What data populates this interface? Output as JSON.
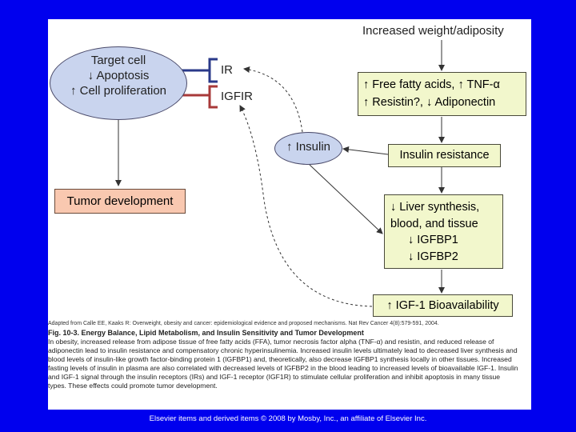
{
  "diagram": {
    "top_label": "Increased weight/adiposity",
    "target_cell": {
      "line1": "Target cell",
      "line2": "↓ Apoptosis",
      "line3": "↑ Cell proliferation"
    },
    "receptor_ir": "IR",
    "receptor_igfir": "IGFIR",
    "ffa_box": {
      "line1": "↑ Free fatty acids, ↑ TNF-α",
      "line2": "↑ Resistin?, ↓ Adiponectin"
    },
    "insulin": "↑ Insulin",
    "insulin_resistance": "Insulin resistance",
    "tumor": "Tumor development",
    "liver_box": {
      "line1": "↓ Liver synthesis,",
      "line2": "blood, and tissue",
      "line3": "↓ IGFBP1",
      "line4": "↓ IGFBP2"
    },
    "igf_bio": "↑ IGF-1 Bioavailability",
    "colors": {
      "background": "#0000ee",
      "receptor_ir": "#2a3a8a",
      "receptor_igfir": "#a83a3a",
      "green_box": "#f2f7cc",
      "pink_box": "#f9c8b0",
      "ellipse": "#c9d4ee"
    }
  },
  "caption": {
    "source": "Adapted from Calle EE, Kaaks R: Overweight, obesity and cancer: epidemiological evidence and proposed mechanisms. Nat Rev Cancer 4(8):579-591, 2004.",
    "title": "Fig. 10-3. Energy Balance, Lipid Metabolism, and Insulin Sensitivity and Tumor Development",
    "body": "In obesity, increased release from adipose tissue of free fatty acids (FFA), tumor necrosis factor alpha (TNF-α) and resistin, and reduced release of adiponectin lead to insulin resistance and compensatory chronic hyperinsulinemia. Increased insulin levels ultimately lead to decreased liver synthesis and blood levels of insulin-like growth factor-binding protein 1 (IGFBP1) and, theoretically, also decrease IGFBP1 synthesis locally in other tissues. Increased fasting levels of insulin in plasma are also correlated with decreased levels of IGFBP2 in the blood leading to increased levels of bioavailable IGF-1. Insulin and IGF-1 signal through the insulin receptors (IRs) and IGF-1 receptor (IGF1R) to stimulate cellular proliferation and inhibit apoptosis in many tissue types. These effects could promote tumor development."
  },
  "footer": "Elsevier items and derived items © 2008 by Mosby, Inc., an affiliate of Elsevier Inc."
}
